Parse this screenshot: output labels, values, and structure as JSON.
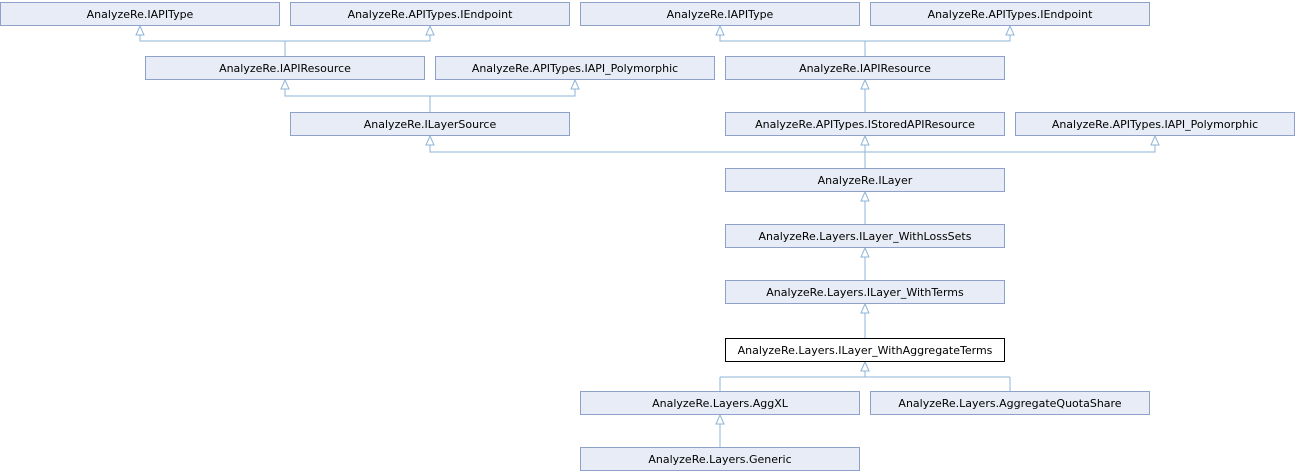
{
  "diagram": {
    "title": "",
    "nodes": [
      {
        "id": "n_iapitype_l",
        "label": "AnalyzeRe.IAPIType",
        "current": false
      },
      {
        "id": "n_iendpoint_l",
        "label": "AnalyzeRe.APITypes.IEndpoint",
        "current": false
      },
      {
        "id": "n_iapitype_r",
        "label": "AnalyzeRe.IAPIType",
        "current": false
      },
      {
        "id": "n_iendpoint_r",
        "label": "AnalyzeRe.APITypes.IEndpoint",
        "current": false
      },
      {
        "id": "n_iapiresource_l",
        "label": "AnalyzeRe.IAPIResource",
        "current": false
      },
      {
        "id": "n_ipoly_l",
        "label": "AnalyzeRe.APITypes.IAPI_Polymorphic",
        "current": false
      },
      {
        "id": "n_iapiresource_r",
        "label": "AnalyzeRe.IAPIResource",
        "current": false
      },
      {
        "id": "n_ilayersource",
        "label": "AnalyzeRe.ILayerSource",
        "current": false
      },
      {
        "id": "n_istored",
        "label": "AnalyzeRe.APITypes.IStoredAPIResource",
        "current": false
      },
      {
        "id": "n_ipoly_r",
        "label": "AnalyzeRe.APITypes.IAPI_Polymorphic",
        "current": false
      },
      {
        "id": "n_ilayer",
        "label": "AnalyzeRe.ILayer",
        "current": false
      },
      {
        "id": "n_withlosssets",
        "label": "AnalyzeRe.Layers.ILayer_WithLossSets",
        "current": false
      },
      {
        "id": "n_withterms",
        "label": "AnalyzeRe.Layers.ILayer_WithTerms",
        "current": false
      },
      {
        "id": "n_withaggterms",
        "label": "AnalyzeRe.Layers.ILayer_WithAggregateTerms",
        "current": true
      },
      {
        "id": "n_aggxl",
        "label": "AnalyzeRe.Layers.AggXL",
        "current": false
      },
      {
        "id": "n_aggqs",
        "label": "AnalyzeRe.Layers.AggregateQuotaShare",
        "current": false
      },
      {
        "id": "n_generic",
        "label": "AnalyzeRe.Layers.Generic",
        "current": false
      }
    ],
    "edges": [
      {
        "from": "n_iapiresource_l",
        "to": "n_iapitype_l"
      },
      {
        "from": "n_iapiresource_l",
        "to": "n_iendpoint_l"
      },
      {
        "from": "n_iapiresource_r",
        "to": "n_iapitype_r"
      },
      {
        "from": "n_iapiresource_r",
        "to": "n_iendpoint_r"
      },
      {
        "from": "n_ilayersource",
        "to": "n_iapiresource_l"
      },
      {
        "from": "n_ilayersource",
        "to": "n_ipoly_l"
      },
      {
        "from": "n_istored",
        "to": "n_iapiresource_r"
      },
      {
        "from": "n_ilayer",
        "to": "n_ilayersource"
      },
      {
        "from": "n_ilayer",
        "to": "n_istored"
      },
      {
        "from": "n_ilayer",
        "to": "n_ipoly_r"
      },
      {
        "from": "n_withlosssets",
        "to": "n_ilayer"
      },
      {
        "from": "n_withterms",
        "to": "n_withlosssets"
      },
      {
        "from": "n_withaggterms",
        "to": "n_withterms"
      },
      {
        "from": "n_aggxl",
        "to": "n_withaggterms"
      },
      {
        "from": "n_aggqs",
        "to": "n_withaggterms"
      },
      {
        "from": "n_generic",
        "to": "n_aggxl"
      }
    ]
  }
}
